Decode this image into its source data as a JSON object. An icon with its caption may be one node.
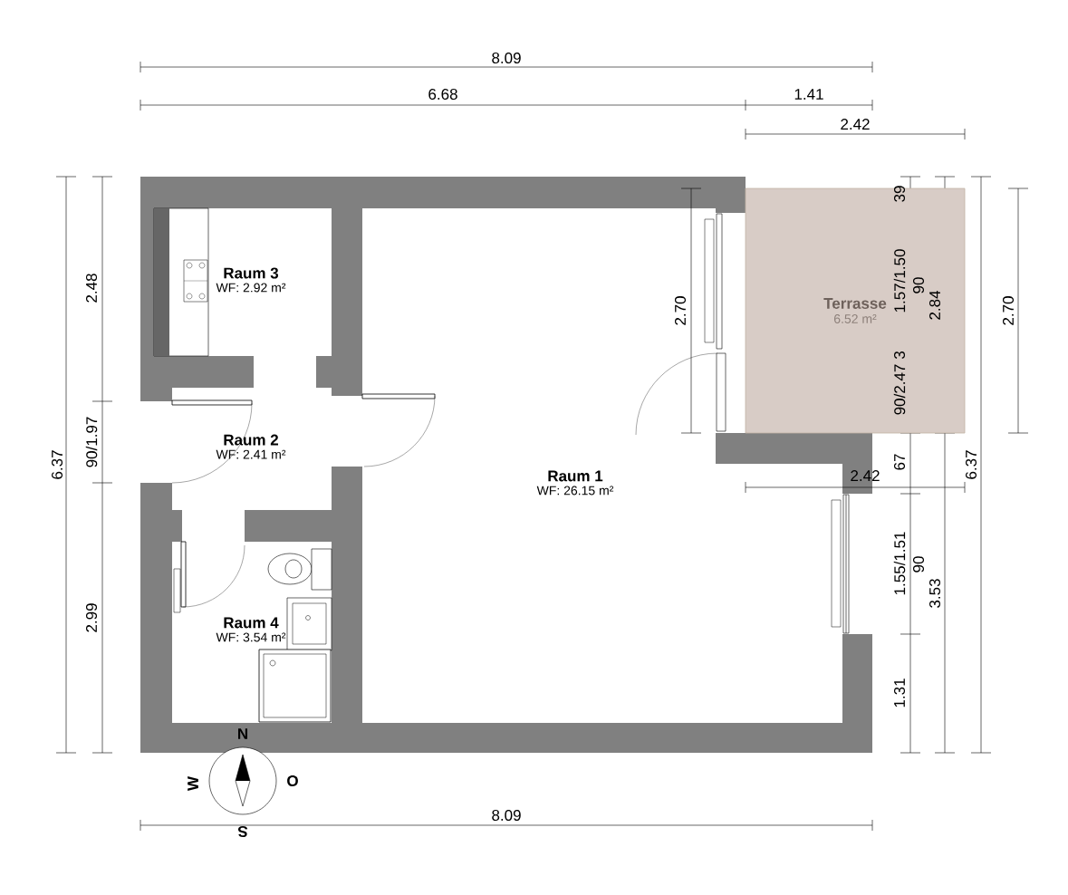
{
  "diagram": {
    "nodes": [
      {
        "text": [
          "Raum 3",
          "WF: 2.92 m²"
        ]
      },
      {
        "text": [
          "Terrasse",
          "6.52 m²"
        ]
      },
      {
        "text": [
          "Raum 2",
          "WF: 2.41 m²"
        ]
      },
      {
        "text": [
          "Raum 1",
          "WF: 26.15 m²"
        ]
      },
      {
        "text": [
          "Raum 4",
          "WF: 3.54 m²"
        ]
      }
    ],
    "labels": [
      "8.09",
      "6.68",
      "1.41",
      "2.42",
      "6.37",
      "2.48",
      "90/1.97",
      "2.99",
      "2.70",
      "39",
      "1.57/1.50",
      "90",
      "2.84",
      "3",
      "90/2.47",
      "2.70",
      "67",
      "2.42",
      "6.37",
      "1.55/1.51",
      "90",
      "3.53",
      "1.31",
      "N",
      "W",
      "O",
      "8.09",
      "S"
    ]
  }
}
